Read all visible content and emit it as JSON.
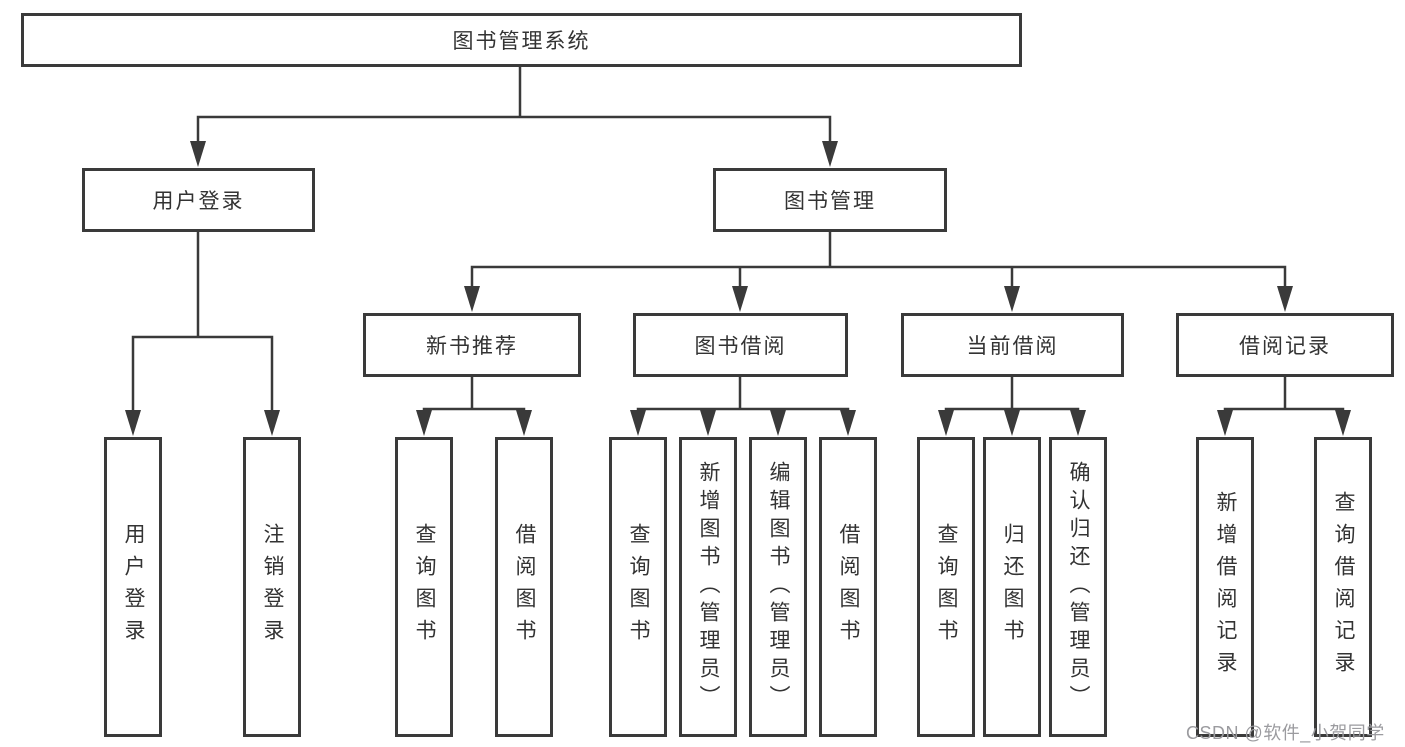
{
  "nodes": {
    "root": "图书管理系统",
    "user_login": "用户登录",
    "book_management": "图书管理",
    "new_book_recommend": "新书推荐",
    "book_borrow": "图书借阅",
    "current_borrow": "当前借阅",
    "borrow_records": "借阅记录",
    "leaf_user_login": "用户登录",
    "leaf_logout": "注销登录",
    "leaf_query_books_recommend": "查询图书",
    "leaf_borrow_books_recommend": "借阅图书",
    "leaf_query_books_borrow": "查询图书",
    "leaf_add_books_admin": "新增图书（管理员）",
    "leaf_edit_books_admin": "编辑图书（管理员）",
    "leaf_borrow_books_borrow": "借阅图书",
    "leaf_query_books_current": "查询图书",
    "leaf_return_books": "归还图书",
    "leaf_confirm_return_admin": "确认归还（管理员）",
    "leaf_add_borrow_record": "新增借阅记录",
    "leaf_query_borrow_record": "查询借阅记录"
  },
  "watermark": "CSDN @软件_小贺同学",
  "colors": {
    "line": "#3a3a3a",
    "text": "#333333",
    "watermark": "#9b9b9f",
    "background": "#ffffff"
  }
}
